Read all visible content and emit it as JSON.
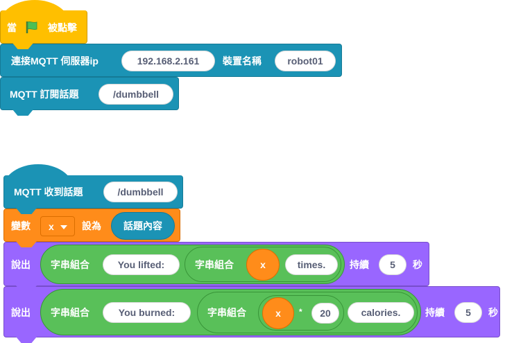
{
  "script1": {
    "when_flag": {
      "prefix": "當",
      "suffix": "被點擊",
      "icon": "green-flag-icon"
    },
    "connect": {
      "label": "連接MQTT 伺服器ip",
      "ip": "192.168.2.161",
      "device_label": "裝置名稱",
      "device": "robot01"
    },
    "subscribe": {
      "label": "MQTT 訂閱話題",
      "topic": "/dumbbell"
    }
  },
  "script2": {
    "on_message": {
      "label": "MQTT 收到話題",
      "topic": "/dumbbell"
    },
    "set_var": {
      "label": "變數",
      "var": "x",
      "to_label": "設為",
      "value": "話題內容"
    },
    "say1": {
      "label": "說出",
      "join": "字串組合",
      "text1": "You lifted:",
      "join2": "字串組合",
      "var": "x",
      "text2": "times.",
      "for_label": "持續",
      "secs": "5",
      "secs_label": "秒"
    },
    "say2": {
      "label": "說出",
      "join": "字串組合",
      "text1": "You burned:",
      "join2": "字串組合",
      "var": "x",
      "op": "*",
      "num": "20",
      "text2": "calories.",
      "for_label": "持續",
      "secs": "5",
      "secs_label": "秒"
    }
  },
  "colors": {
    "events": "#ffbf00",
    "extension": "#1b93b5",
    "variables": "#ff8c1a",
    "looks": "#9966ff",
    "operators": "#59c059"
  }
}
